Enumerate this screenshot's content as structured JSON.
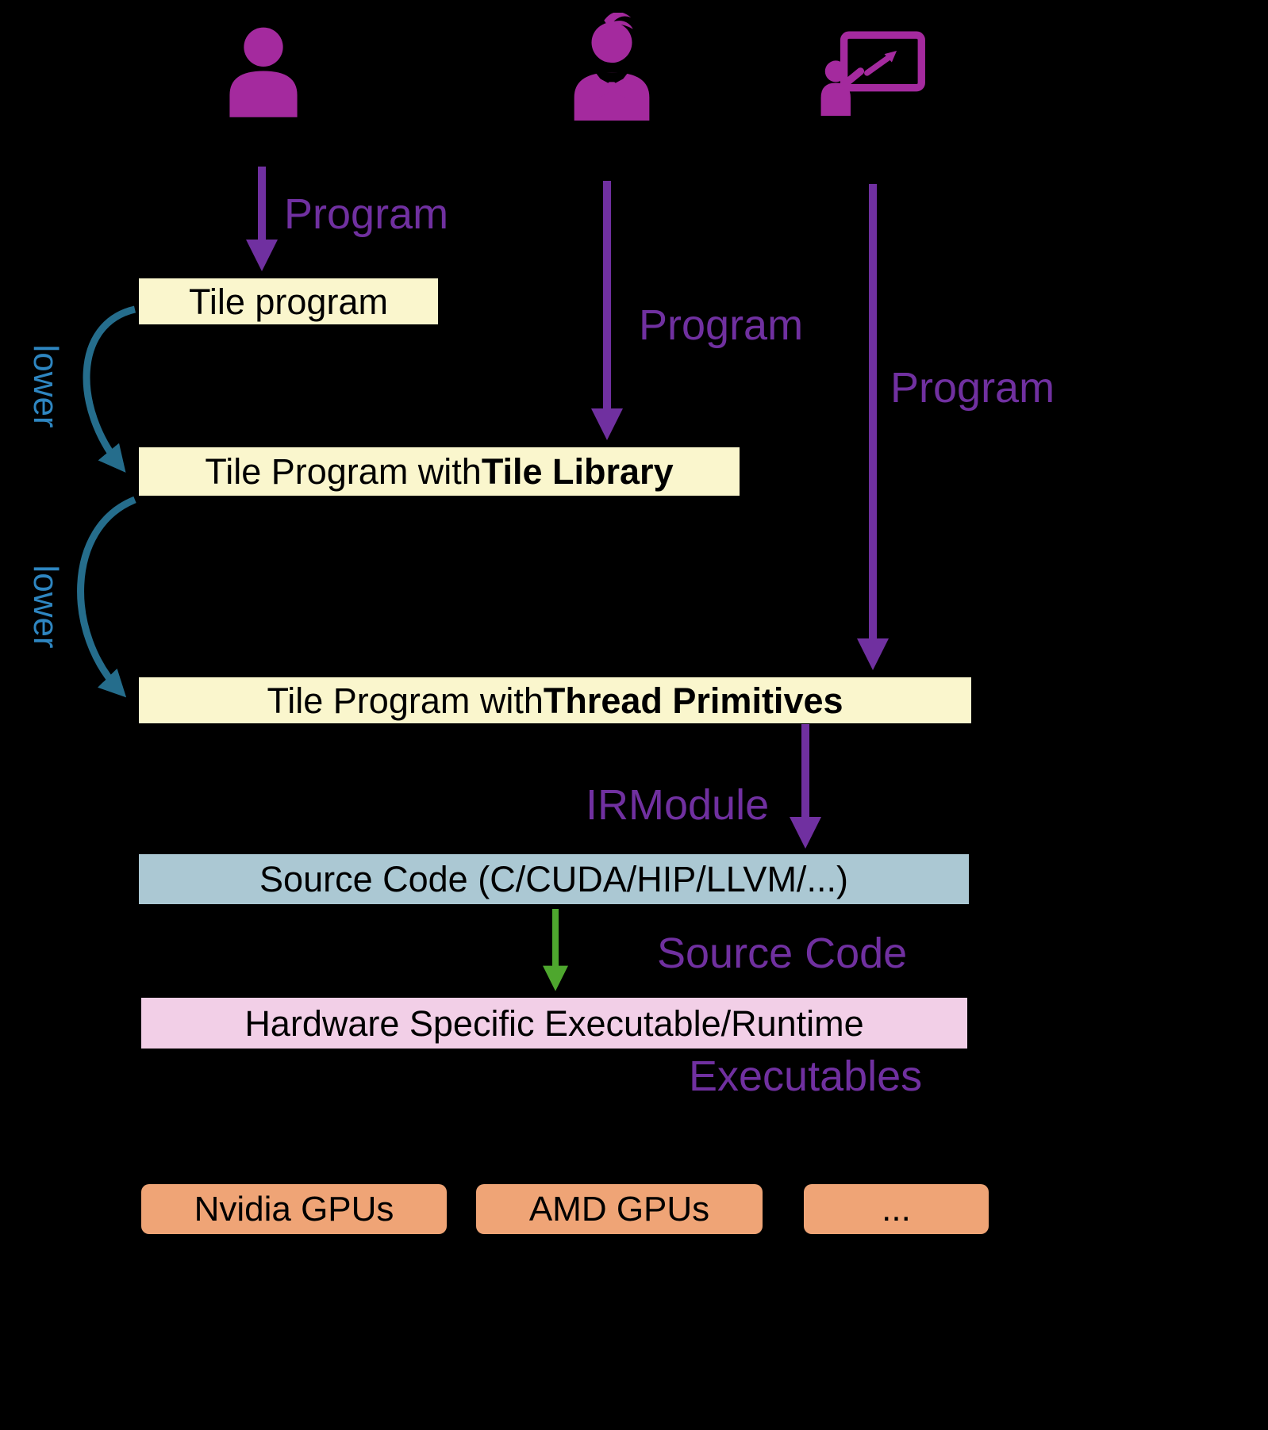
{
  "colors": {
    "background": "#000000",
    "magenta": "#A42A9E",
    "purple": "#7030A0",
    "teal": "#256D8C",
    "lower-text": "#2E86C1",
    "yellow": "#FAF6CD",
    "bluegray": "#ABC8D3",
    "pink": "#F2CFE7",
    "orange": "#EFA476",
    "green": "#4EA72E",
    "box-text": "#000000"
  },
  "actors": [
    {
      "icon": "person-icon"
    },
    {
      "icon": "person-bowtie-icon"
    },
    {
      "icon": "presenter-board-icon"
    }
  ],
  "labels": {
    "program_1": "Program",
    "program_2": "Program",
    "program_3": "Program",
    "irmodule": "IRModule",
    "source_code": "Source Code",
    "executables": "Executables",
    "lower_1": "lower",
    "lower_2": "lower"
  },
  "boxes": {
    "tile_program": "Tile program",
    "tile_library": {
      "prefix": "Tile Program with ",
      "bold": "Tile Library"
    },
    "thread_primitives": {
      "prefix": "Tile Program with ",
      "bold": "Thread Primitives"
    },
    "source_code": "Source Code (C/CUDA/HIP/LLVM/...)",
    "hardware": "Hardware Specific Executable/Runtime"
  },
  "targets": [
    "Nvidia GPUs",
    "AMD GPUs",
    "..."
  ]
}
